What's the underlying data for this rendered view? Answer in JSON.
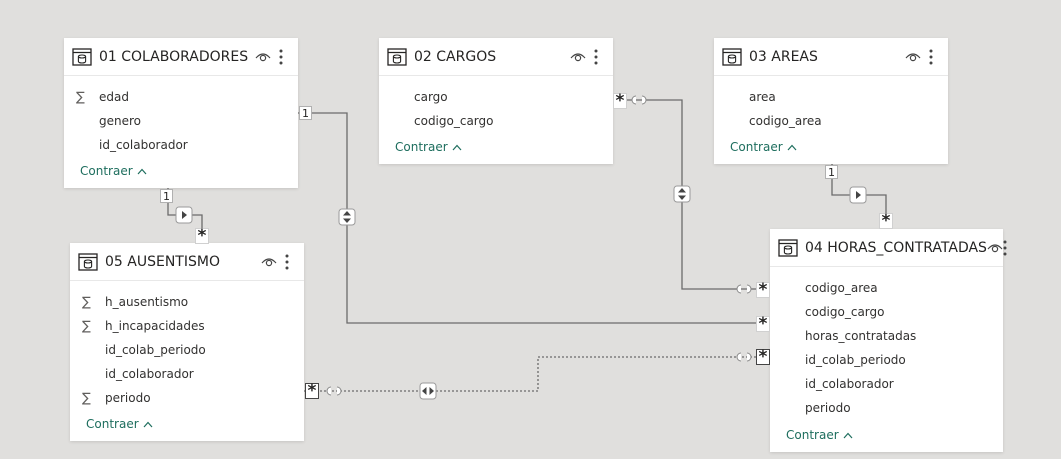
{
  "tables": [
    {
      "id": "colaboradores",
      "title": "01 COLABORADORES",
      "fields": [
        {
          "name": "edad",
          "sum": true
        },
        {
          "name": "genero",
          "sum": false
        },
        {
          "name": "id_colaborador",
          "sum": false
        }
      ],
      "collapse_label": "Contraer"
    },
    {
      "id": "cargos",
      "title": "02 CARGOS",
      "fields": [
        {
          "name": "cargo",
          "sum": false
        },
        {
          "name": "codigo_cargo",
          "sum": false
        }
      ],
      "collapse_label": "Contraer"
    },
    {
      "id": "areas",
      "title": "03 AREAS",
      "fields": [
        {
          "name": "area",
          "sum": false
        },
        {
          "name": "codigo_area",
          "sum": false
        }
      ],
      "collapse_label": "Contraer"
    },
    {
      "id": "horas",
      "title": "04 HORAS_CONTRATADAS",
      "fields": [
        {
          "name": "codigo_area",
          "sum": false
        },
        {
          "name": "codigo_cargo",
          "sum": false
        },
        {
          "name": "horas_contratadas",
          "sum": false
        },
        {
          "name": "id_colab_periodo",
          "sum": false
        },
        {
          "name": "id_colaborador",
          "sum": false
        },
        {
          "name": "periodo",
          "sum": false
        }
      ],
      "collapse_label": "Contraer"
    },
    {
      "id": "ausentismo",
      "title": "05 AUSENTISMO",
      "fields": [
        {
          "name": "h_ausentismo",
          "sum": true
        },
        {
          "name": "h_incapacidades",
          "sum": true
        },
        {
          "name": "id_colab_periodo",
          "sum": false
        },
        {
          "name": "id_colaborador",
          "sum": false
        },
        {
          "name": "periodo",
          "sum": true
        }
      ],
      "collapse_label": "Contraer"
    }
  ],
  "relationships": [
    {
      "from": "colaboradores",
      "to": "ausentismo",
      "from_card": "1",
      "to_card": "*",
      "filter": "single",
      "active": true
    },
    {
      "from": "colaboradores",
      "to": "horas",
      "from_card": "1",
      "to_card": "*",
      "filter": "both",
      "active": true
    },
    {
      "from": "cargos",
      "to": "horas",
      "from_card": "*",
      "to_card": "*",
      "filter": "both",
      "active": true
    },
    {
      "from": "areas",
      "to": "horas",
      "from_card": "1",
      "to_card": "*",
      "filter": "single",
      "active": true
    },
    {
      "from": "ausentismo",
      "to": "horas",
      "from_card": "*",
      "to_card": "*",
      "filter": "both",
      "active": false
    }
  ],
  "symbols": {
    "sum": "∑",
    "one": "1",
    "many": "*"
  },
  "colors": {
    "canvas": "#e0dfdd",
    "line": "#6b6b6b",
    "link": "#1e6e5e"
  }
}
